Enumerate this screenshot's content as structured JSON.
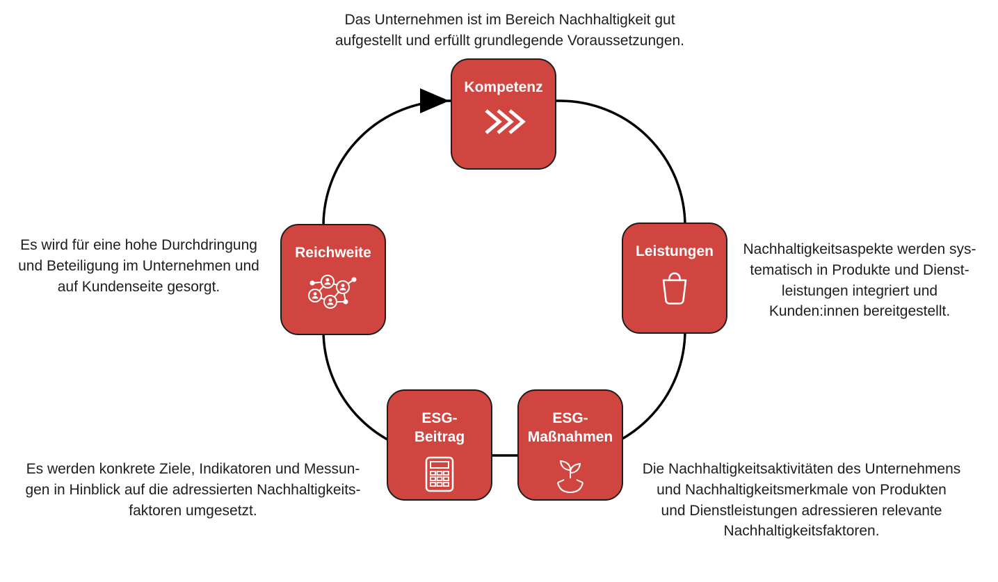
{
  "diagram": {
    "colors": {
      "node_fill": "#d0453f",
      "node_border": "#1d1d1b",
      "path": "#000000",
      "label": "#ffffff",
      "text": "#1d1d1b"
    },
    "nodes": [
      {
        "label": "Kompetenz",
        "icon": "chevrons-icon"
      },
      {
        "label": "Leistungen",
        "icon": "shopping-bag-icon"
      },
      {
        "label": "ESG-\nMaßnahmen",
        "icon": "hand-plant-icon"
      },
      {
        "label": "ESG-\nBeitrag",
        "icon": "calculator-icon"
      },
      {
        "label": "Reichweite",
        "icon": "network-icon"
      }
    ],
    "annotations": {
      "kompetenz": "Das Unternehmen ist im Bereich Nachhaltigkeit gut\naufgestellt und erfüllt grundlegende Voraussetzungen.",
      "reichweite": "Es wird für eine hohe Durchdringung\nund Beteiligung im Unternehmen und\nauf Kundenseite gesorgt.",
      "leistungen": "Nachhaltigkeitsaspekte werden sys-\ntematisch in Produkte und Dienst-\nleistungen integriert und\nKunden:innen bereitgestellt.",
      "esg_beitrag": "Es werden konkrete Ziele, Indikatoren und Messun-\ngen in Hinblick auf die adressierten Nachhaltigkeits-\nfaktoren umgesetzt.",
      "esg_massnahmen": "Die Nachhaltigkeitsaktivitäten des Unternehmens\nund Nachhaltigkeitsmerkmale von Produkten\nund Dienstleistungen adressieren relevante\nNachhaltigkeitsfaktoren."
    }
  }
}
